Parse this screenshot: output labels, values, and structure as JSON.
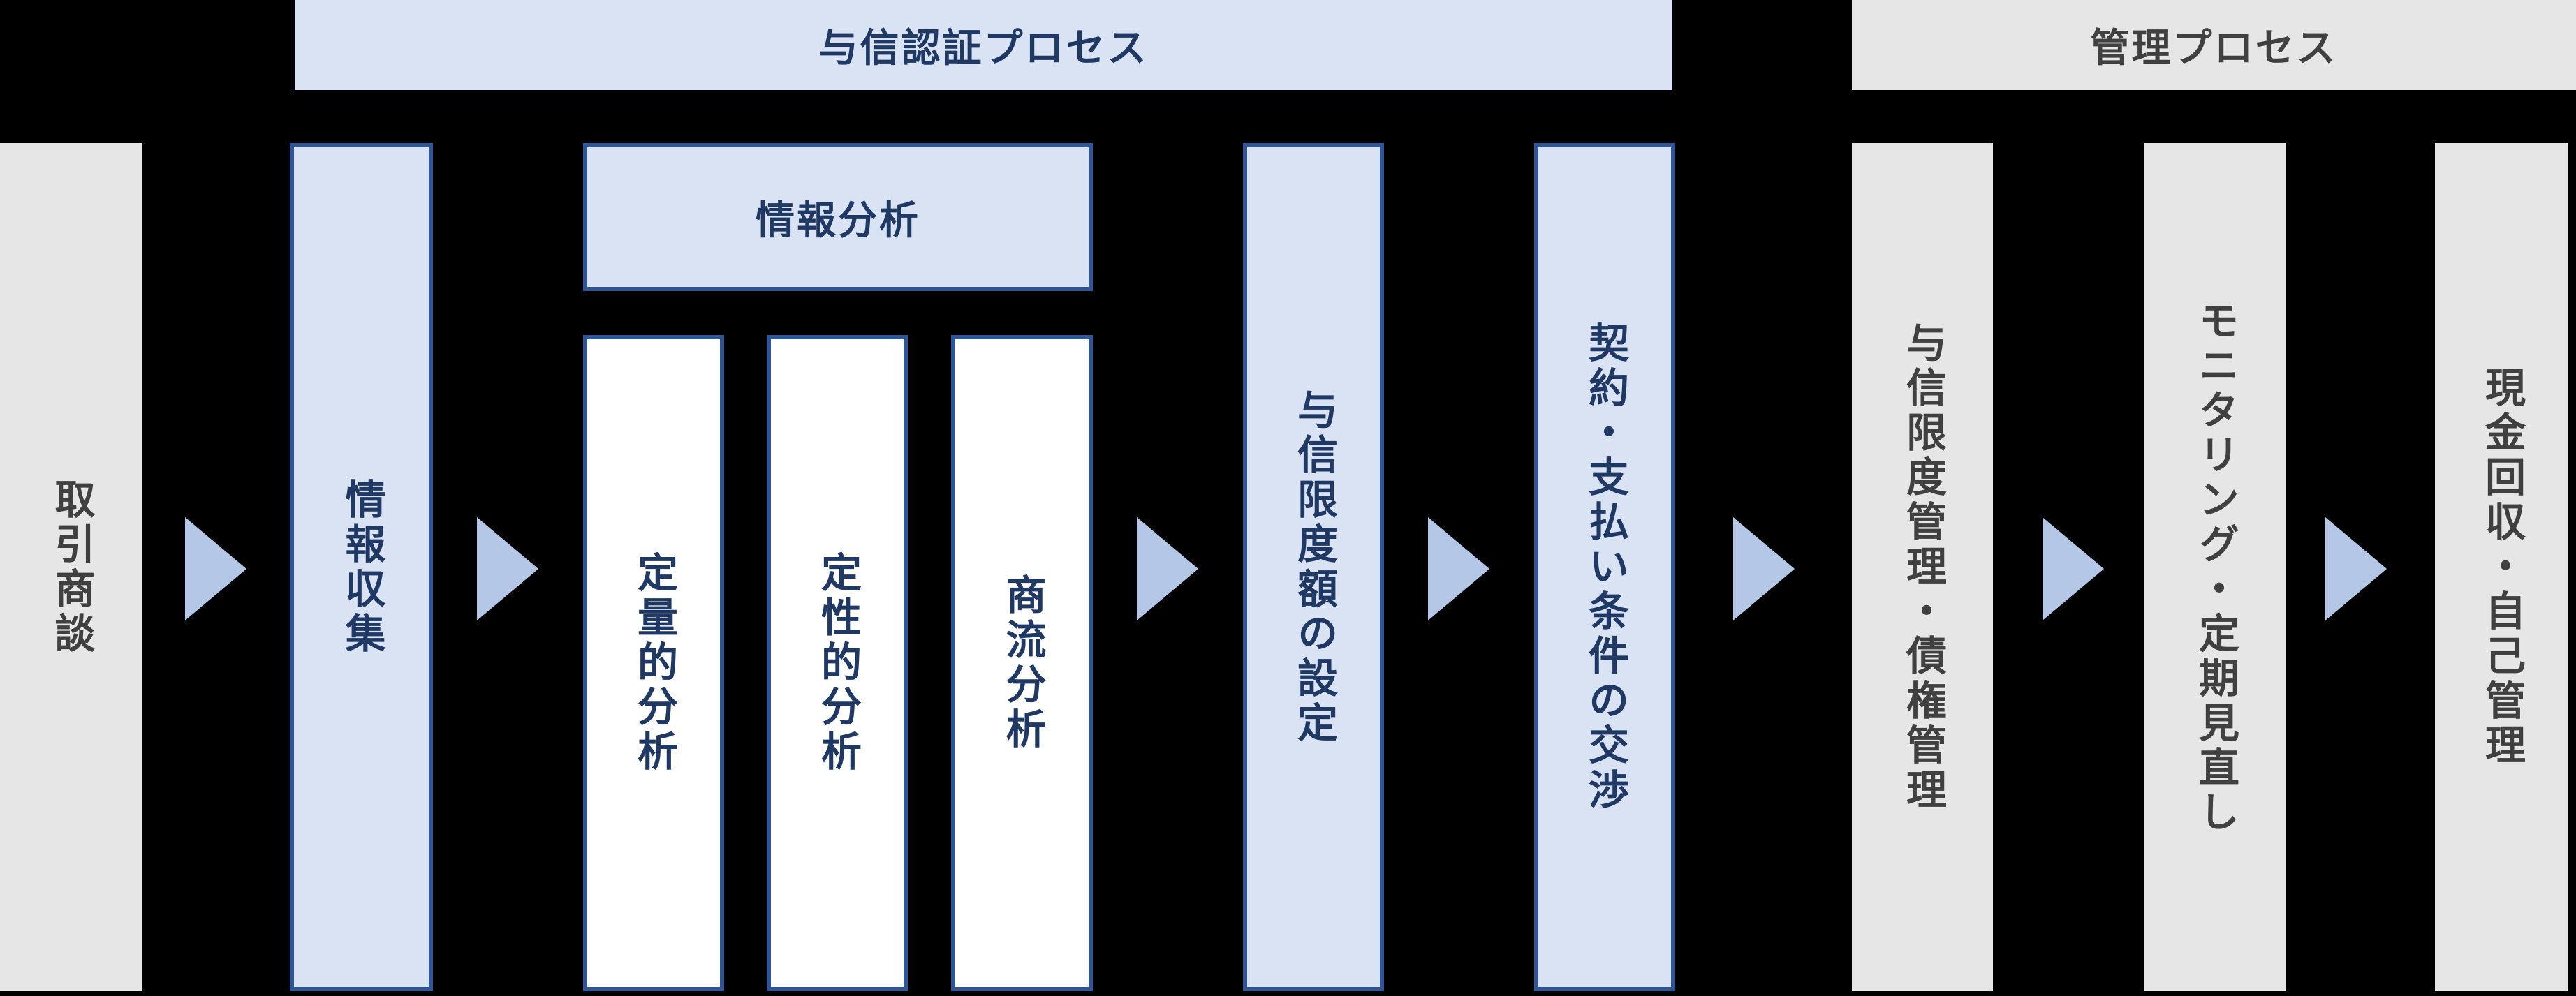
{
  "phase_headers": [
    {
      "label": "与信認証プロセス"
    },
    {
      "label": "管理プロセス"
    }
  ],
  "steps": {
    "deal_negotiation": {
      "label": "取引商談"
    },
    "information_collection": {
      "label": "情報収集"
    },
    "information_analysis": {
      "label": "情報分析",
      "sub_steps": [
        {
          "label": "定量的分析"
        },
        {
          "label": "定性的分析"
        },
        {
          "label": "商流分析"
        }
      ]
    },
    "credit_limit_setting": {
      "label": "与信限度額の設定"
    },
    "contract_payment_terms_negotiation": {
      "label": "契約・支払い条件の交渉"
    },
    "credit_limit_and_receivables_management": {
      "label": "与信限度管理・債権管理"
    },
    "monitoring_periodic_review": {
      "label": "モニタリング・定期見直し"
    },
    "cash_collection_self_management": {
      "label": "現金回収・自己管理"
    }
  },
  "icons": {
    "flow_arrow": "right-pointing-triangle"
  },
  "colors": {
    "background": "#000000",
    "credit_fill": "#DAE3F3",
    "credit_border": "#2F5597",
    "credit_text": "#1F3864",
    "management_fill": "#E7E6E6",
    "management_text": "#404040",
    "arrow": "#B4C7E7",
    "sub_step_fill": "#FFFFFF"
  }
}
